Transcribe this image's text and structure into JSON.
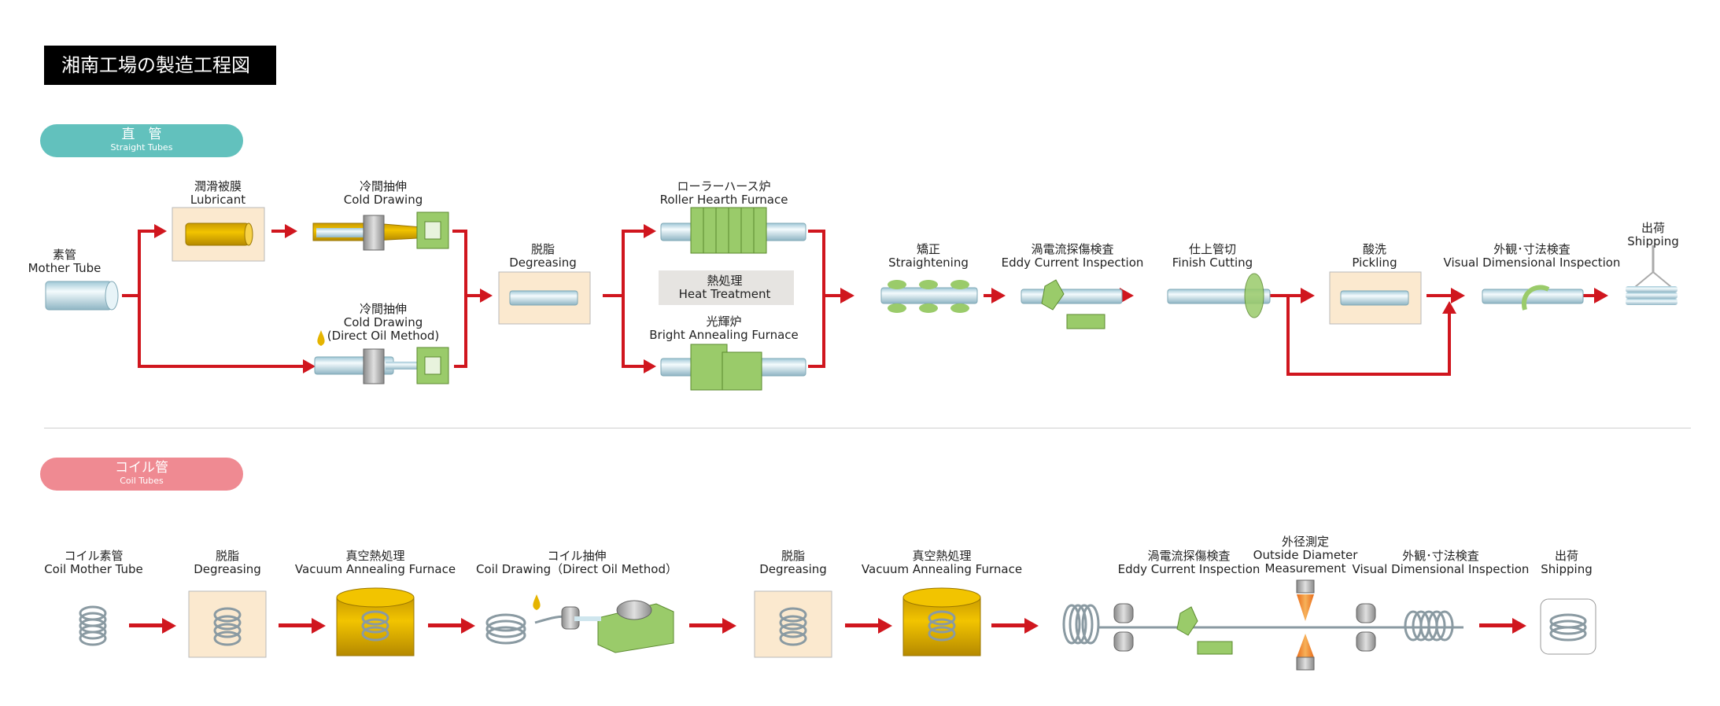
{
  "title": "湘南工場の製造工程図",
  "sections": {
    "straight": {
      "jp": "直　管",
      "en": "Straight Tubes"
    },
    "coil": {
      "jp": "コイル管",
      "en": "Coil Tubes"
    }
  },
  "straight_steps": {
    "mother_tube": {
      "jp": "素管",
      "en": "Mother Tube"
    },
    "lubricant": {
      "jp": "潤滑被膜",
      "en": "Lubricant"
    },
    "cold_drawing": {
      "jp": "冷間抽伸",
      "en": "Cold Drawing"
    },
    "cold_drawing_oil": {
      "jp": "冷間抽伸",
      "en": "Cold Drawing",
      "en2": "(Direct Oil Method)"
    },
    "degreasing": {
      "jp": "脱脂",
      "en": "Degreasing"
    },
    "roller_hearth": {
      "jp": "ローラーハース炉",
      "en": "Roller Hearth Furnace"
    },
    "heat_treatment": {
      "jp": "熱処理",
      "en": "Heat Treatment"
    },
    "bright_annealing": {
      "jp": "光輝炉",
      "en": "Bright Annealing Furnace"
    },
    "straightening": {
      "jp": "矯正",
      "en": "Straightening"
    },
    "eddy_current": {
      "jp": "渦電流探傷検査",
      "en": "Eddy Current Inspection"
    },
    "finish_cutting": {
      "jp": "仕上管切",
      "en": "Finish Cutting"
    },
    "pickling": {
      "jp": "酸洗",
      "en": "Pickling"
    },
    "visual_inspection": {
      "jp": "外観･寸法検査",
      "en": "Visual Dimensional Inspection"
    },
    "shipping": {
      "jp": "出荷",
      "en": "Shipping"
    }
  },
  "coil_steps": {
    "coil_mother": {
      "jp": "コイル素管",
      "en": "Coil Mother Tube"
    },
    "degreasing1": {
      "jp": "脱脂",
      "en": "Degreasing"
    },
    "vacuum1": {
      "jp": "真空熱処理",
      "en": "Vacuum Annealing Furnace"
    },
    "coil_drawing": {
      "jp": "コイル抽伸",
      "en": "Coil Drawing（Direct Oil Method）"
    },
    "degreasing2": {
      "jp": "脱脂",
      "en": "Degreasing"
    },
    "vacuum2": {
      "jp": "真空熱処理",
      "en": "Vacuum Annealing Furnace"
    },
    "eddy_current": {
      "jp": "渦電流探傷検査",
      "en": "Eddy Current Inspection"
    },
    "outside_diameter": {
      "jp": "外径測定",
      "en": "Outside Diameter",
      "en2": "Measurement"
    },
    "visual_inspection": {
      "jp": "外観･寸法検査",
      "en": "Visual Dimensional Inspection"
    },
    "shipping": {
      "jp": "出荷",
      "en": "Shipping"
    }
  },
  "colors": {
    "arrow": "#d0161e",
    "tube": "#cfe6ee",
    "machine": "#9acb6a",
    "lubricant": "#e5b400",
    "tank": "#fbe9cf",
    "teal": "#62c1bd",
    "pink": "#ef8a92"
  }
}
